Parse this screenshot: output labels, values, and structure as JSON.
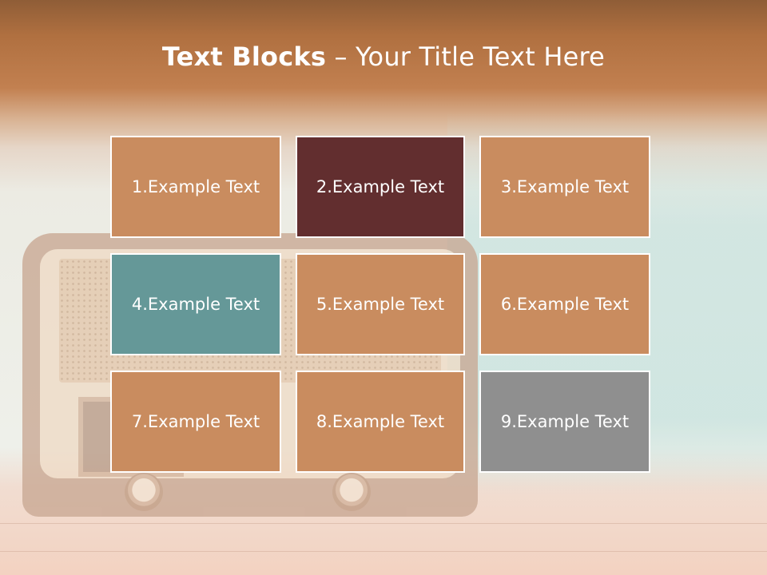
{
  "slide": {
    "title_bold": "Text Blocks",
    "title_rest": " – Your Title Text Here"
  },
  "blocks": [
    {
      "label": "1.Example Text",
      "color": "#c98c5f"
    },
    {
      "label": "2.Example Text",
      "color": "#622e2f"
    },
    {
      "label": "3.Example Text",
      "color": "#c98c5f"
    },
    {
      "label": "4.Example Text",
      "color": "#659898"
    },
    {
      "label": "5.Example Text",
      "color": "#c98c5f"
    },
    {
      "label": "6.Example Text",
      "color": "#c98c5f"
    },
    {
      "label": "7.Example Text",
      "color": "#c98c5f"
    },
    {
      "label": "8.Example Text",
      "color": "#c98c5f"
    },
    {
      "label": "9.Example Text",
      "color": "#8f8f8f"
    }
  ]
}
